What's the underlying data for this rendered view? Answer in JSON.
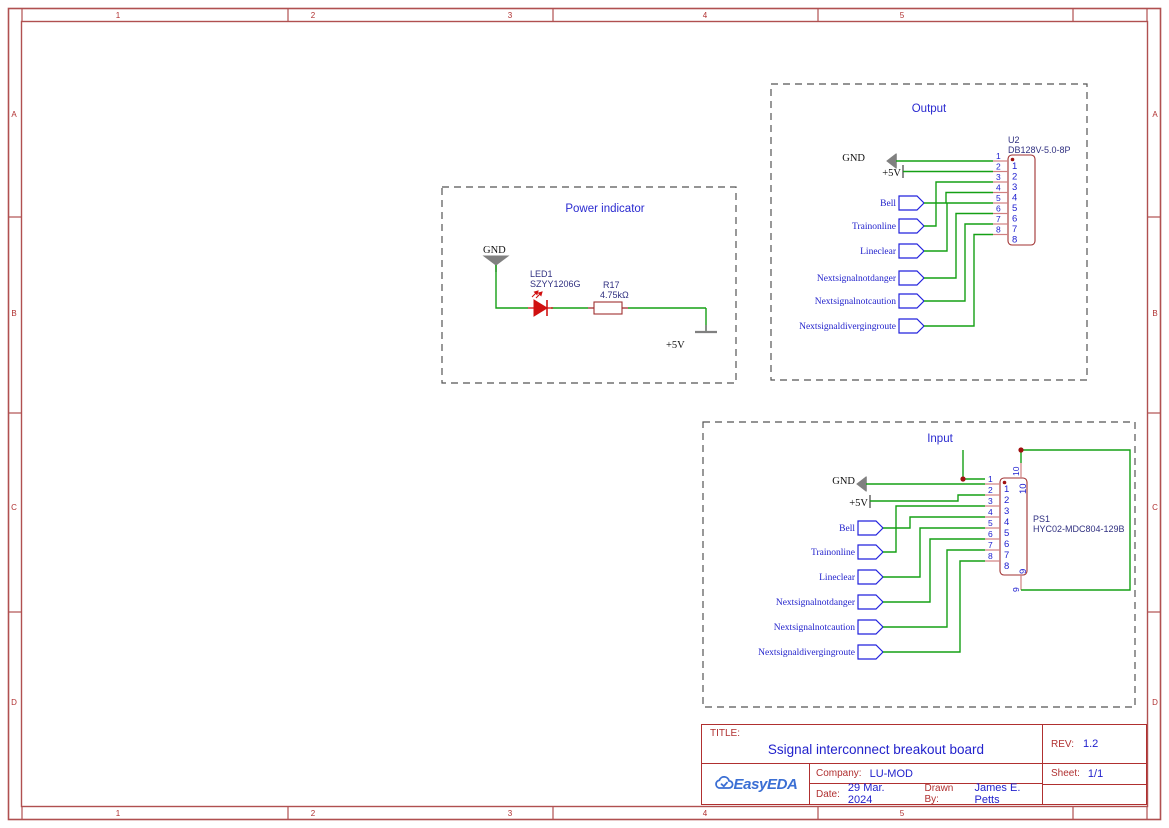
{
  "sheet": {
    "columns": [
      "1",
      "2",
      "3",
      "4",
      "5"
    ],
    "rows": [
      "A",
      "B",
      "C",
      "D"
    ]
  },
  "title_block": {
    "title_label": "TITLE:",
    "title_value": "Ssignal interconnect breakout board",
    "rev_label": "REV:",
    "rev_value": "1.2",
    "company_label": "Company:",
    "company_value": "LU-MOD",
    "sheet_label": "Sheet:",
    "sheet_value": "1/1",
    "date_label": "Date:",
    "date_value": "29 Mar. 2024",
    "drawn_by_label": "Drawn By:",
    "drawn_by_value": "James E. Petts",
    "logo_text": "EasyEDA"
  },
  "blocks": {
    "power_indicator": {
      "title": "Power indicator",
      "gnd_label": "GND",
      "p5v_label": "+5V",
      "led": {
        "ref": "LED1",
        "part": "SZYY1206G"
      },
      "resistor": {
        "ref": "R17",
        "value": "4.75kΩ"
      }
    },
    "output": {
      "title": "Output",
      "connector": {
        "ref": "U2",
        "part": "DB128V-5.0-8P"
      },
      "gnd_label": "GND",
      "p5v_label": "+5V",
      "pins": [
        "1",
        "2",
        "3",
        "4",
        "5",
        "6",
        "7",
        "8"
      ],
      "nets": [
        "Bell",
        "Trainonline",
        "Lineclear",
        "Nextsignalnotdanger",
        "Nextsignalnotcaution",
        "Nextsignaldivergingroute"
      ]
    },
    "input": {
      "title": "Input",
      "connector": {
        "ref": "PS1",
        "part": "HYC02-MDC804-129B"
      },
      "gnd_label": "GND",
      "p5v_label": "+5V",
      "pins": [
        "1",
        "2",
        "3",
        "4",
        "5",
        "6",
        "7",
        "8"
      ],
      "pin_top": "10",
      "pin_bottom": "9",
      "nets": [
        "Bell",
        "Trainonline",
        "Lineclear",
        "Nextsignalnotdanger",
        "Nextsignalnotcaution",
        "Nextsignaldivergingroute"
      ]
    }
  },
  "colors": {
    "frame": "#b03030",
    "wire": "#15a015",
    "net_label": "#2222cc",
    "component": "#a03030",
    "block_title": "#2a2ad0"
  }
}
